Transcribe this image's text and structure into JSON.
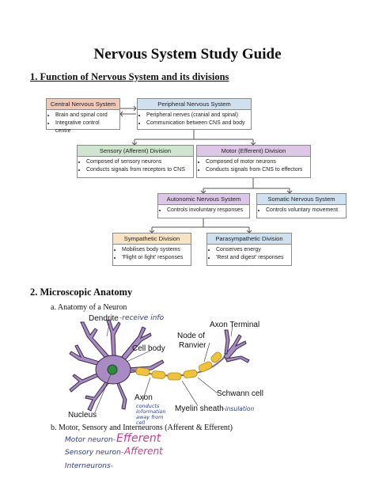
{
  "title": "Nervous System Study Guide",
  "section1": {
    "heading": "1. Function of Nervous System and its divisions"
  },
  "diagram": {
    "cns": {
      "title": "Central Nervous System",
      "items": [
        "Brain and spinal cord",
        "Integrative control centre"
      ]
    },
    "pns": {
      "title": "Peripheral Nervous System",
      "items": [
        "Peripheral nerves (cranial and spinal)",
        "Communication between CNS and body"
      ]
    },
    "sensory": {
      "title": "Sensory (Afferent) Division",
      "items": [
        "Composed of sensory neurons",
        "Conducts signals from receptors to CNS"
      ]
    },
    "motor": {
      "title": "Motor (Efferent) Division",
      "items": [
        "Composed of motor neurons",
        "Conducts signals from CNS to effectors"
      ]
    },
    "autonomic": {
      "title": "Autonomic Nervous System",
      "items": [
        "Controls involuntary responses"
      ]
    },
    "somatic": {
      "title": "Somatic Nervous System",
      "items": [
        "Controls voluntary movement"
      ]
    },
    "sympathetic": {
      "title": "Sympathetic Division",
      "items": [
        "Mobilises body systems",
        "'Flight or fight' responses"
      ]
    },
    "parasympathetic": {
      "title": "Parasympathetic Division",
      "items": [
        "Conserves energy",
        "'Rest and digest' responses"
      ]
    }
  },
  "section2": {
    "heading": "2. Microscopic Anatomy",
    "item_a": "a.   Anatomy of a Neuron",
    "item_b": "b.   Motor, Sensory and Interneurons (Afferent & Efferent)"
  },
  "neuron_labels": {
    "dendrite": "Dendrite",
    "cell_body": "Cell body",
    "node": "Node of",
    "ranvier": "Ranvier",
    "axon_terminal": "Axon Terminal",
    "axon": "Axon",
    "nucleus": "Nucleus",
    "schwann": "Schwann cell",
    "myelin": "Myelin sheath"
  },
  "handwritten": {
    "dendrite_note": "-receive info",
    "axon_note1": "conducts",
    "axon_note2": "information",
    "axon_note3": "away from",
    "axon_note4": "cell",
    "myelin_note": "-insulation",
    "motor": "Motor neuron-",
    "motor_ans": "Efferent",
    "sensory": "Sensory neuron-",
    "sensory_ans": "Afferent",
    "inter": "Interneurons-"
  },
  "colors": {
    "ink_blue": "#2b3c9e",
    "ink_pink": "#e0358a"
  }
}
